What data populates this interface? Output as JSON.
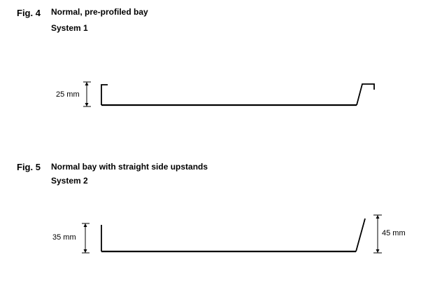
{
  "figures": [
    {
      "number": "Fig. 4",
      "title": "Normal, pre-profiled bay",
      "system": "System 1",
      "dimensions": {
        "left_height": "25 mm"
      }
    },
    {
      "number": "Fig. 5",
      "title": "Normal bay with straight side upstands",
      "system": "System 2",
      "dimensions": {
        "left_height": "35 mm",
        "right_height": "45 mm"
      }
    }
  ],
  "colors": {
    "line": "#000000",
    "background": "#ffffff"
  }
}
